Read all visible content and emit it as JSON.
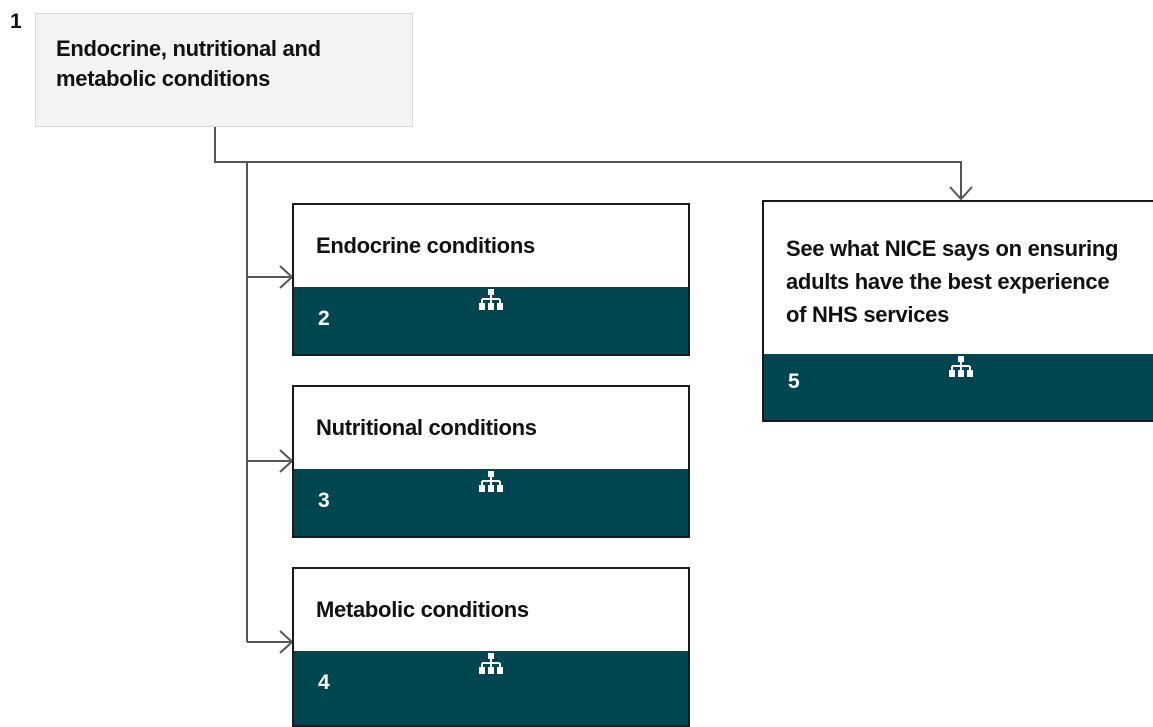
{
  "step_number": "1",
  "root": {
    "title": "Endocrine, nutritional and metabolic conditions"
  },
  "nodes": [
    {
      "title": "Endocrine conditions",
      "number": "2",
      "icon": "hierarchy-icon"
    },
    {
      "title": "Nutritional conditions",
      "number": "3",
      "icon": "hierarchy-icon"
    },
    {
      "title": "Metabolic conditions",
      "number": "4",
      "icon": "hierarchy-icon"
    },
    {
      "title": "See what NICE says on ensuring adults have the best experience of NHS services",
      "number": "5",
      "icon": "hierarchy-icon"
    }
  ],
  "colors": {
    "node_footer": "#004650",
    "root_background": "#f3f3f3",
    "connector": "#555555"
  }
}
